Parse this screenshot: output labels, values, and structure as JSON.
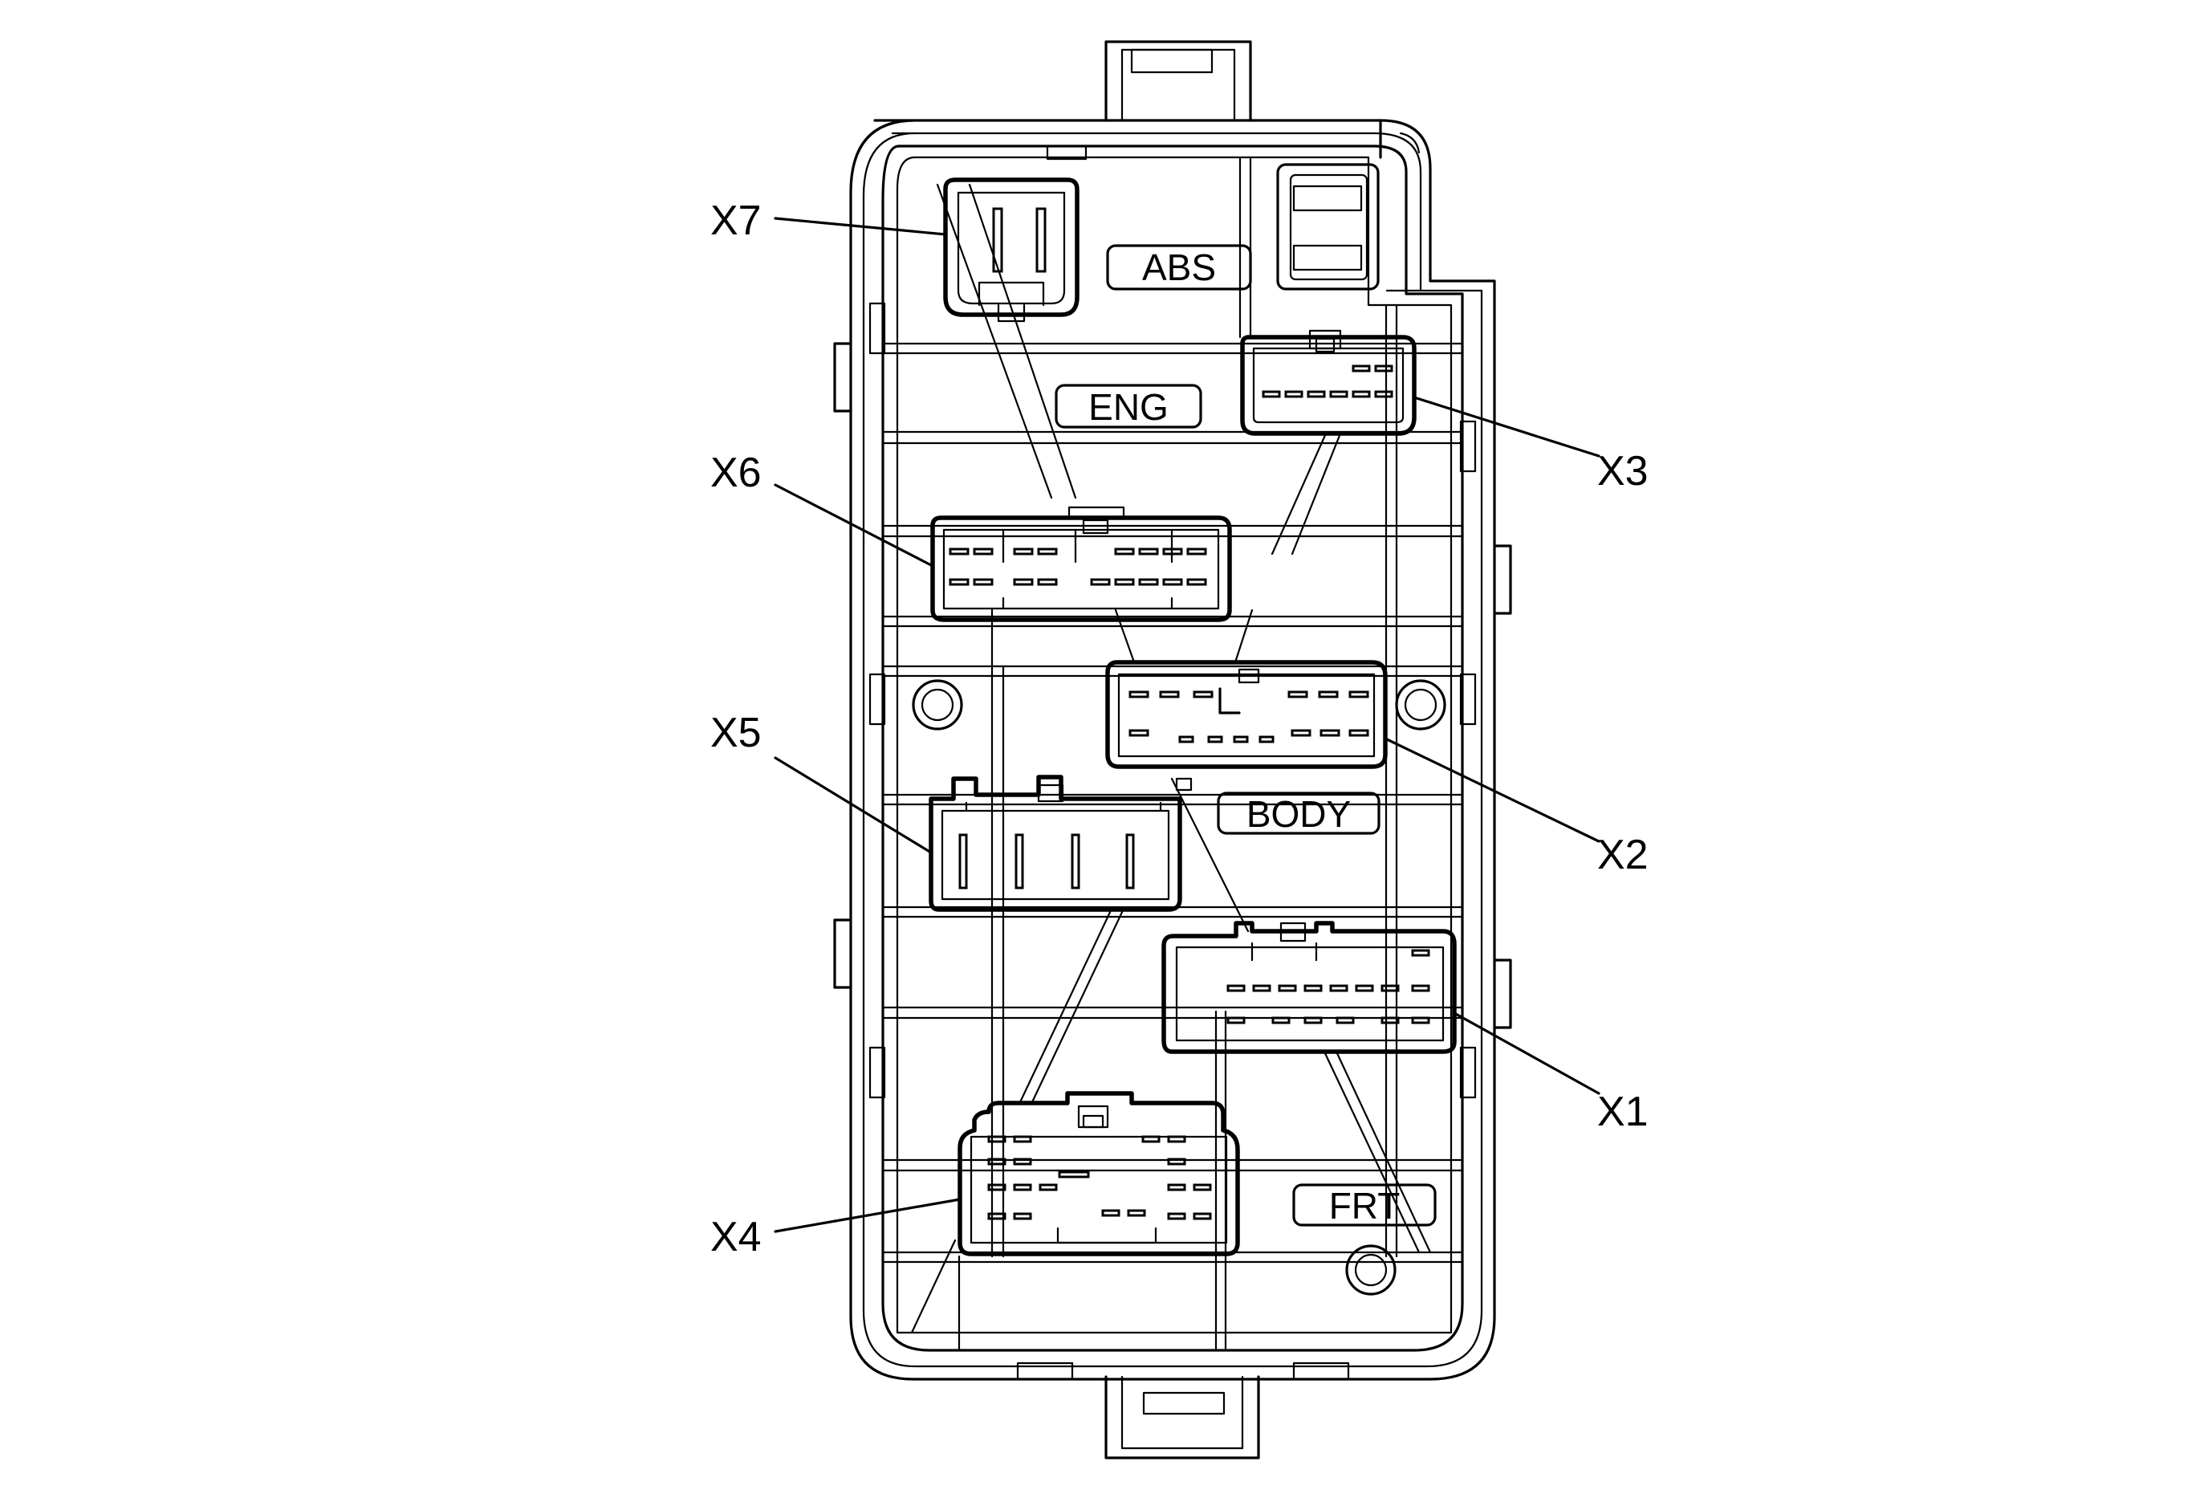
{
  "diagram": {
    "plates": {
      "abs": "ABS",
      "eng": "ENG",
      "body": "BODY",
      "frt": "FRT"
    },
    "connectors": {
      "x1": "X1",
      "x2": "X2",
      "x3": "X3",
      "x4": "X4",
      "x5": "X5",
      "x6": "X6",
      "x7": "X7"
    }
  }
}
